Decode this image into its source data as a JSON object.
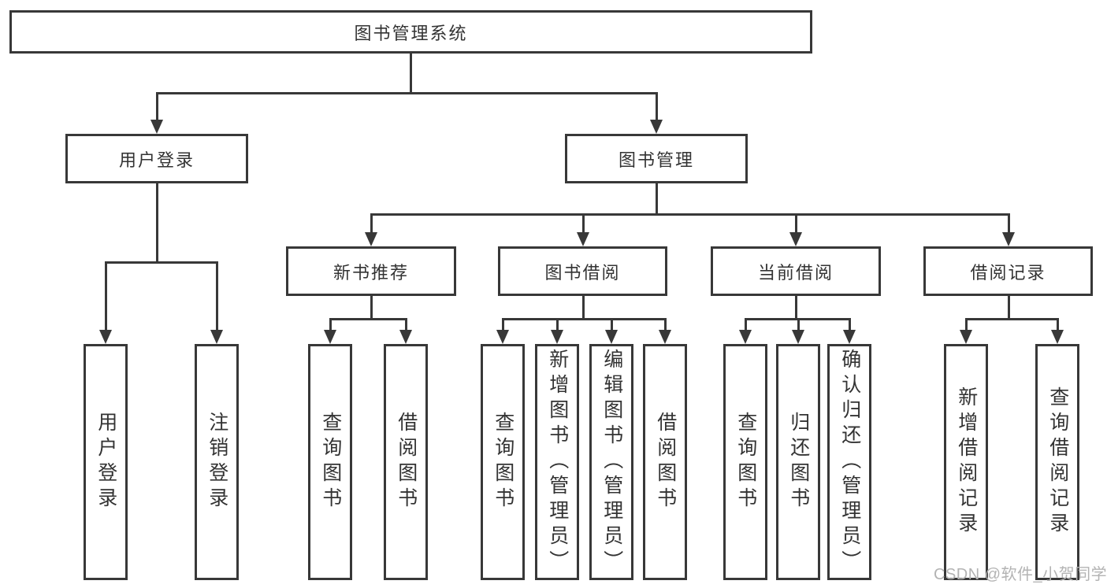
{
  "tree": {
    "root": "图书管理系统",
    "branches": [
      {
        "label": "用户登录",
        "leaves": [
          "用户登录",
          "注销登录"
        ]
      },
      {
        "label": "图书管理",
        "groups": [
          {
            "label": "新书推荐",
            "leaves": [
              "查询图书",
              "借阅图书"
            ]
          },
          {
            "label": "图书借阅",
            "leaves": [
              "查询图书",
              "新增图书（管理员）",
              "编辑图书（管理员）",
              "借阅图书"
            ]
          },
          {
            "label": "当前借阅",
            "leaves": [
              "查询图书",
              "归还图书",
              "确认归还（管理员）"
            ]
          },
          {
            "label": "借阅记录",
            "leaves": [
              "新增借阅记录",
              "查询借阅记录"
            ]
          }
        ]
      }
    ]
  },
  "watermark": "CSDN @软件_小贺同学",
  "colors": {
    "line": "#383838",
    "text": "#333333",
    "watermark": "#b3b3b3",
    "background": "#ffffff"
  }
}
